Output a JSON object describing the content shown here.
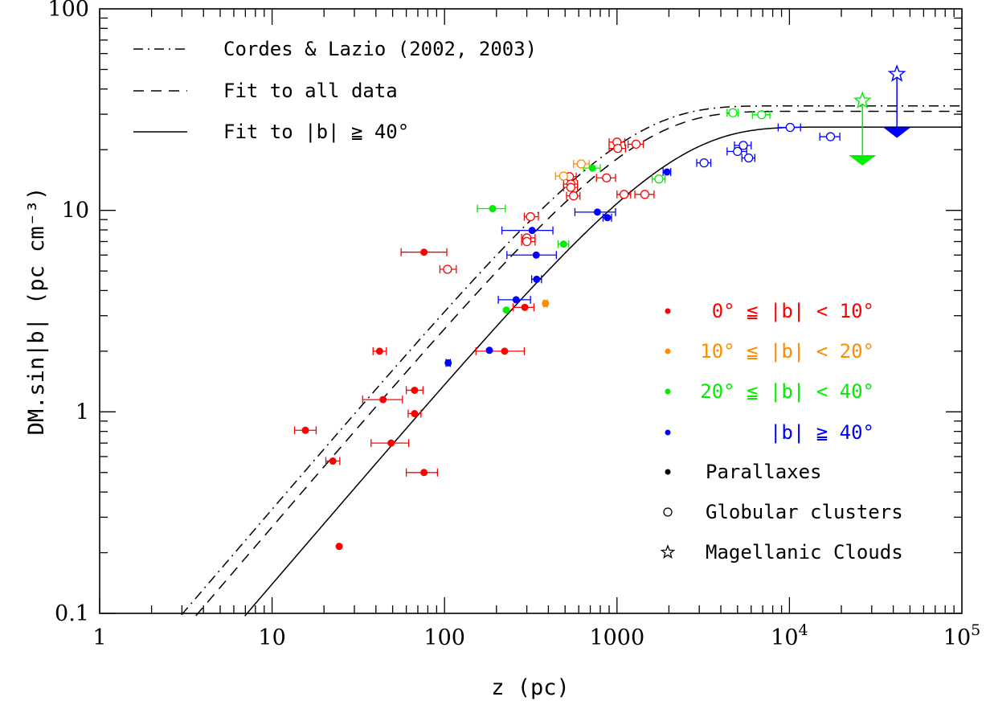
{
  "chart_data": {
    "type": "scatter",
    "xlabel": "z (pc)",
    "ylabel": "DM.sin|b| (pc cm⁻³)",
    "xscale": "log",
    "yscale": "log",
    "xlim": [
      1,
      100000
    ],
    "ylim": [
      0.1,
      100
    ],
    "x_ticks": [
      {
        "v": 1,
        "t": "1"
      },
      {
        "v": 10,
        "t": "10"
      },
      {
        "v": 100,
        "t": "100"
      },
      {
        "v": 1000,
        "t": "1000"
      },
      {
        "v": 10000,
        "t": "10",
        "sup": "4"
      },
      {
        "v": 100000,
        "t": "10",
        "sup": "5"
      }
    ],
    "y_ticks": [
      {
        "v": 0.1,
        "t": "0.1"
      },
      {
        "v": 1,
        "t": "1"
      },
      {
        "v": 10,
        "t": "10"
      },
      {
        "v": 100,
        "t": "100"
      }
    ],
    "curves": [
      {
        "name": "Cordes & Lazio (2002, 2003)",
        "style": "dashdot",
        "n_sat": 33.0,
        "h": 1000
      },
      {
        "name": "Fit to all data",
        "style": "dash",
        "n_sat": 31.0,
        "h": 1150
      },
      {
        "name": "Fit to |b| ≧ 40°",
        "style": "solid",
        "n_sat": 25.9,
        "h": 1850
      }
    ],
    "colors": {
      "red": "#ff0000",
      "orange": "#ff8c00",
      "green": "#00ee00",
      "blue": "#0000ff"
    },
    "latitude_groups": [
      {
        "color": "red",
        "label": "0° ≦ |b| < 10°"
      },
      {
        "color": "orange",
        "label": "10° ≦ |b| < 20°"
      },
      {
        "color": "green",
        "label": "20° ≦ |b| < 40°"
      },
      {
        "color": "blue",
        "label": "|b| ≧ 40°"
      }
    ],
    "marker_legend": [
      {
        "marker": "filled",
        "label": "Parallaxes"
      },
      {
        "marker": "open",
        "label": "Globular clusters"
      },
      {
        "marker": "star",
        "label": "Magellanic Clouds"
      }
    ],
    "points": [
      {
        "x": 24.5,
        "y": 0.215,
        "c": "red",
        "m": "filled"
      },
      {
        "x": 15.6,
        "y": 0.81,
        "xl": 13.5,
        "xh": 18.0,
        "c": "red",
        "m": "filled"
      },
      {
        "x": 22.5,
        "y": 0.57,
        "xl": 20.5,
        "xh": 24.7,
        "c": "red",
        "m": "filled"
      },
      {
        "x": 42.0,
        "y": 2.0,
        "xl": 38.5,
        "xh": 46.0,
        "c": "red",
        "m": "filled"
      },
      {
        "x": 44.0,
        "y": 1.15,
        "xl": 33.5,
        "xh": 57.0,
        "c": "red",
        "m": "filled"
      },
      {
        "x": 49.0,
        "y": 0.7,
        "xl": 37.5,
        "xh": 62.0,
        "c": "red",
        "m": "filled"
      },
      {
        "x": 67.0,
        "y": 1.28,
        "xl": 60.0,
        "xh": 75.0,
        "c": "red",
        "m": "filled"
      },
      {
        "x": 67.0,
        "y": 0.98,
        "xl": 61.5,
        "xh": 73.0,
        "c": "red",
        "m": "filled"
      },
      {
        "x": 76.0,
        "y": 0.5,
        "xl": 60.0,
        "xh": 91.0,
        "c": "red",
        "m": "filled"
      },
      {
        "x": 76.0,
        "y": 6.2,
        "xl": 56.0,
        "xh": 103.0,
        "c": "red",
        "m": "filled"
      },
      {
        "x": 104.0,
        "y": 5.1,
        "xl": 94.0,
        "xh": 117.0,
        "c": "red",
        "m": "open"
      },
      {
        "x": 223.0,
        "y": 2.0,
        "xl": 152.0,
        "xh": 290.0,
        "c": "red",
        "m": "filled"
      },
      {
        "x": 292.0,
        "y": 3.3,
        "xl": 250.0,
        "xh": 330.0,
        "c": "red",
        "m": "filled"
      },
      {
        "x": 315.0,
        "y": 9.3,
        "xl": 290.0,
        "xh": 350.0,
        "c": "red",
        "m": "open"
      },
      {
        "x": 300.0,
        "y": 7.3,
        "xl": 280.0,
        "xh": 335.0,
        "c": "red",
        "m": "open"
      },
      {
        "x": 300.0,
        "y": 7.0,
        "xl": 280.0,
        "xh": 335.0,
        "c": "red",
        "m": "open"
      },
      {
        "x": 530.0,
        "y": 14.7,
        "xl": 480.0,
        "xh": 580.0,
        "c": "red",
        "m": "open"
      },
      {
        "x": 540.0,
        "y": 13.5,
        "xl": 490.0,
        "xh": 590.0,
        "c": "red",
        "m": "open"
      },
      {
        "x": 540.0,
        "y": 13.0,
        "xl": 490.0,
        "xh": 590.0,
        "c": "red",
        "m": "open"
      },
      {
        "x": 560.0,
        "y": 11.8,
        "xl": 510.0,
        "xh": 610.0,
        "c": "red",
        "m": "open"
      },
      {
        "x": 870.0,
        "y": 14.5,
        "xl": 760.0,
        "xh": 980.0,
        "c": "red",
        "m": "open"
      },
      {
        "x": 1000.0,
        "y": 21.8,
        "xl": 900.0,
        "xh": 1110.0,
        "c": "red",
        "m": "open"
      },
      {
        "x": 1010.0,
        "y": 20.3,
        "xl": 900.0,
        "xh": 1120.0,
        "c": "red",
        "m": "open"
      },
      {
        "x": 1290.0,
        "y": 21.3,
        "xl": 1160.0,
        "xh": 1420.0,
        "c": "red",
        "m": "open"
      },
      {
        "x": 1100.0,
        "y": 12.0,
        "xl": 1000.0,
        "xh": 1200.0,
        "c": "red",
        "m": "open"
      },
      {
        "x": 1450.0,
        "y": 12.0,
        "xl": 1270.0,
        "xh": 1640.0,
        "c": "red",
        "m": "open"
      },
      {
        "x": 385.0,
        "y": 3.45,
        "xl": 375.0,
        "xh": 395.0,
        "c": "orange",
        "m": "filled"
      },
      {
        "x": 490.0,
        "y": 14.8,
        "xl": 440.0,
        "xh": 540.0,
        "c": "orange",
        "m": "open"
      },
      {
        "x": 620.0,
        "y": 17.0,
        "xl": 560.0,
        "xh": 690.0,
        "c": "orange",
        "m": "open"
      },
      {
        "x": 190.0,
        "y": 10.2,
        "xl": 155.0,
        "xh": 225.0,
        "c": "green",
        "m": "filled"
      },
      {
        "x": 228.0,
        "y": 3.2,
        "c": "green",
        "m": "filled"
      },
      {
        "x": 490.0,
        "y": 6.8,
        "xl": 455.0,
        "xh": 525.0,
        "c": "green",
        "m": "filled"
      },
      {
        "x": 720.0,
        "y": 16.2,
        "xl": 640.0,
        "xh": 800.0,
        "c": "green",
        "m": "filled"
      },
      {
        "x": 1750.0,
        "y": 14.3,
        "xl": 1600.0,
        "xh": 1900.0,
        "c": "green",
        "m": "open"
      },
      {
        "x": 4700.0,
        "y": 30.5,
        "xl": 4350.0,
        "xh": 5050.0,
        "c": "green",
        "m": "open"
      },
      {
        "x": 6900.0,
        "y": 29.8,
        "xl": 6100.0,
        "xh": 7700.0,
        "c": "green",
        "m": "open"
      },
      {
        "x": 105.0,
        "y": 1.75,
        "xl": 102.0,
        "xh": 108.0,
        "c": "blue",
        "m": "filled"
      },
      {
        "x": 182.0,
        "y": 2.02,
        "c": "blue",
        "m": "filled"
      },
      {
        "x": 260.0,
        "y": 3.6,
        "xl": 205.0,
        "xh": 315.0,
        "c": "blue",
        "m": "filled"
      },
      {
        "x": 322.0,
        "y": 7.95,
        "xl": 215.0,
        "xh": 425.0,
        "c": "blue",
        "m": "filled"
      },
      {
        "x": 340.0,
        "y": 6.0,
        "xl": 230.0,
        "xh": 445.0,
        "c": "blue",
        "m": "filled"
      },
      {
        "x": 342.0,
        "y": 4.55,
        "xl": 320.0,
        "xh": 365.0,
        "c": "blue",
        "m": "filled"
      },
      {
        "x": 770.0,
        "y": 9.8,
        "xl": 570.0,
        "xh": 980.0,
        "c": "blue",
        "m": "filled"
      },
      {
        "x": 880.0,
        "y": 9.2,
        "xl": 830.0,
        "xh": 930.0,
        "c": "blue",
        "m": "filled"
      },
      {
        "x": 1950.0,
        "y": 15.5,
        "xl": 1850.0,
        "xh": 2050.0,
        "c": "blue",
        "m": "filled"
      },
      {
        "x": 3200.0,
        "y": 17.2,
        "xl": 2900.0,
        "xh": 3500.0,
        "c": "blue",
        "m": "open"
      },
      {
        "x": 5000.0,
        "y": 19.6,
        "xl": 4350.0,
        "xh": 5650.0,
        "c": "blue",
        "m": "open"
      },
      {
        "x": 5400.0,
        "y": 21.0,
        "xl": 4800.0,
        "xh": 6000.0,
        "c": "blue",
        "m": "open"
      },
      {
        "x": 5800.0,
        "y": 18.2,
        "xl": 5300.0,
        "xh": 6300.0,
        "c": "blue",
        "m": "open"
      },
      {
        "x": 10100.0,
        "y": 25.8,
        "xl": 8600.0,
        "xh": 11600.0,
        "c": "blue",
        "m": "open"
      },
      {
        "x": 17300.0,
        "y": 23.2,
        "xl": 15000.0,
        "xh": 19600.0,
        "c": "blue",
        "m": "open"
      }
    ],
    "limits": [
      {
        "x": 26500,
        "y_top": 35.0,
        "y_arrow": 18.8,
        "c": "green"
      },
      {
        "x": 42000,
        "y_top": 47.5,
        "y_arrow": 25.8,
        "c": "blue"
      }
    ]
  }
}
